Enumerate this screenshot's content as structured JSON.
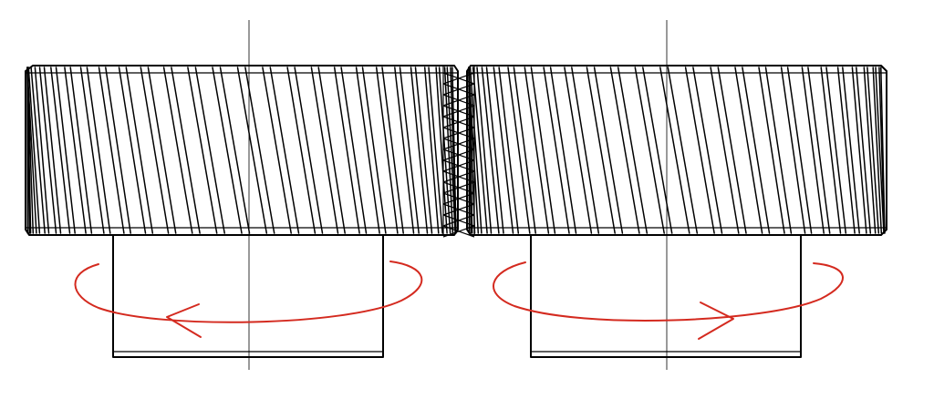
{
  "gears": [
    {
      "name": "left",
      "rotation": "counterclockwise",
      "helix_hand": "right",
      "tooth_count_visible": 27
    },
    {
      "name": "right",
      "rotation": "clockwise",
      "helix_hand": "right",
      "tooth_count_visible": 26
    }
  ],
  "colors": {
    "line": "#000000",
    "arrow": "#d42a1f",
    "background": "#ffffff"
  }
}
